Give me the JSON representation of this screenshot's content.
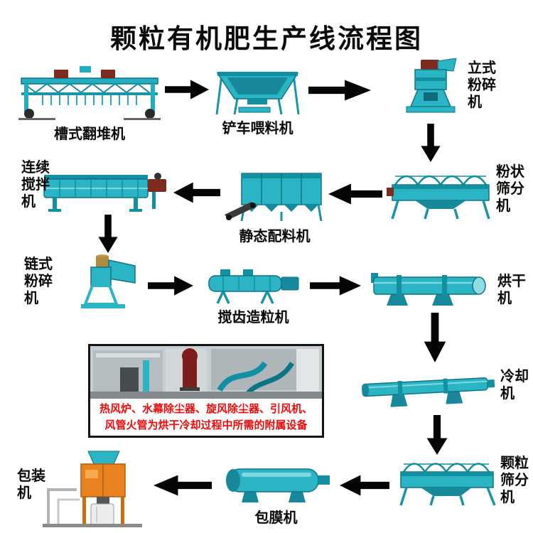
{
  "title": "颗粒有机肥生产线流程图",
  "machines": {
    "trough_turner": "槽式翻堆机",
    "loader_feeder": "铲车喂料机",
    "vertical_crusher": "立式粉碎机",
    "powder_screener": "粉状筛分机",
    "static_batcher": "静态配料机",
    "continuous_mixer": "连续搅拌机",
    "chain_crusher": "链式粉碎机",
    "tooth_granulator": "搅齿造粒机",
    "dryer": "烘干机",
    "cooler": "冷却机",
    "granule_screener": "颗粒筛分机",
    "coating_machine": "包膜机",
    "packing_machine": "包装机"
  },
  "aux_box": {
    "caption_line1": "热风炉、水幕除尘器、旋风除尘器、引风机、",
    "caption_line2": "风管火管为烘干冷却过程中所需的附属设备"
  },
  "flow_sequence": [
    "槽式翻堆机",
    "铲车喂料机",
    "立式粉碎机",
    "粉状筛分机",
    "静态配料机",
    "连续搅拌机",
    "链式粉碎机",
    "搅齿造粒机",
    "烘干机",
    "冷却机",
    "颗粒筛分机",
    "包膜机",
    "包装机"
  ],
  "colors": {
    "machine_teal": "#2ab4c4",
    "machine_teal_dark": "#128fa1",
    "arrow_black": "#000000",
    "caption_red": "#ee0a0a",
    "packing_orange": "#e8821e"
  }
}
